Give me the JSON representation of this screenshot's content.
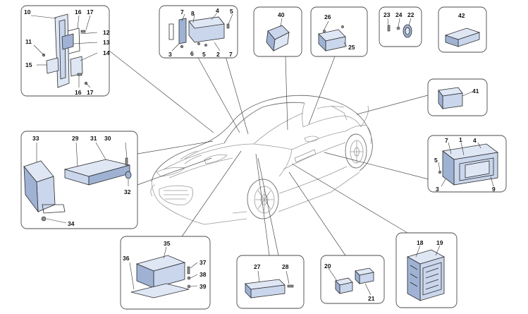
{
  "callouts": {
    "c1": "1",
    "c2": "2",
    "c3": "3",
    "c4": "4",
    "c5": "5",
    "c6": "6",
    "c7": "7",
    "c8": "8",
    "c9": "9",
    "c10": "10",
    "c11": "11",
    "c12": "12",
    "c13": "13",
    "c14": "14",
    "c15": "15",
    "c16": "16",
    "c17": "17",
    "c18": "18",
    "c19": "19",
    "c20": "20",
    "c21": "21",
    "c22": "22",
    "c23": "23",
    "c24": "24",
    "c25": "25",
    "c26": "26",
    "c27": "27",
    "c28": "28",
    "c29": "29",
    "c30": "30",
    "c31": "31",
    "c32": "32",
    "c33": "33",
    "c34": "34",
    "c35": "35",
    "c36": "36",
    "c37": "37",
    "c38": "38",
    "c39": "39",
    "c40": "40",
    "c41": "41",
    "c42": "42"
  },
  "icons": [
    "car-outline",
    "ecu-module",
    "bracket",
    "screw",
    "connector",
    "fuse-box",
    "antenna-module",
    "hazard-switch"
  ]
}
